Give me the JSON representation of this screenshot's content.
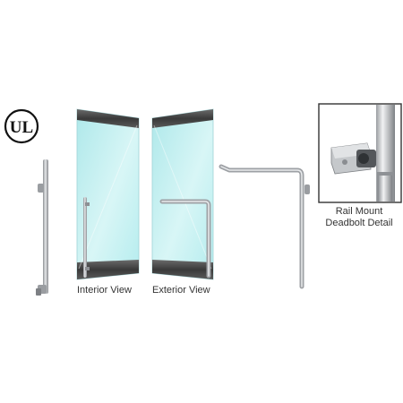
{
  "product_figure": {
    "certification_mark": {
      "icon": "ul-listed-icon",
      "text": "UL"
    },
    "views": [
      {
        "caption": "Interior View"
      },
      {
        "caption": "Exterior View"
      }
    ],
    "detail": {
      "caption_line1": "Rail Mount",
      "caption_line2": "Deadbolt Detail"
    },
    "colors": {
      "glass": "#bfeeee",
      "rail": "#4a4a4a",
      "steel": "#b9bcc0",
      "detail_border": "#333333"
    }
  }
}
